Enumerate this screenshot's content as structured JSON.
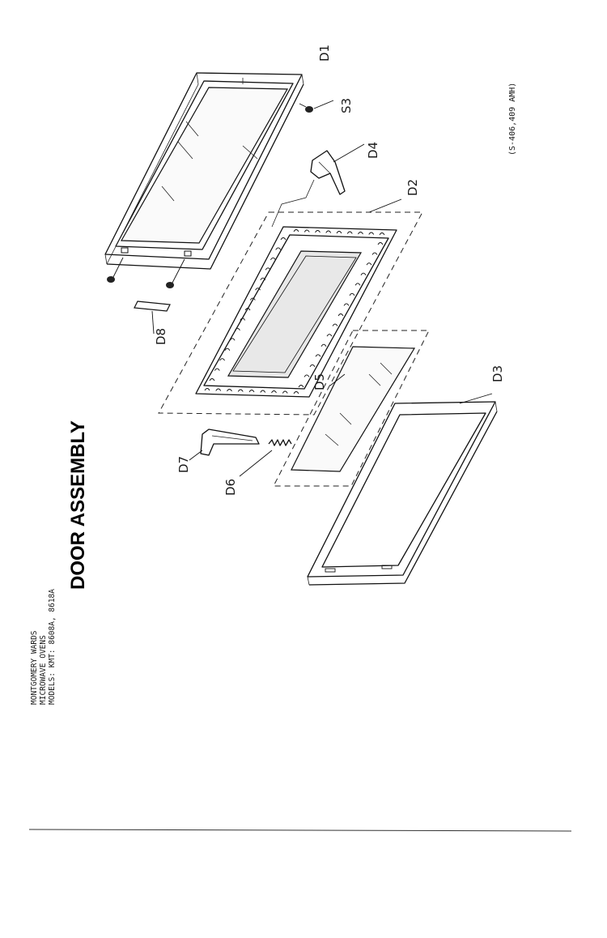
{
  "header": {
    "line1": "MONTGOMERY WARDS",
    "line2": "MICROWAVE OVENS",
    "line3": "MODELS: KMT: 8608A, 8618A"
  },
  "title": "DOOR ASSEMBLY",
  "reference": "(S-406,409 AMH)",
  "parts": {
    "d1": "D1",
    "s3": "S3",
    "d4": "D4",
    "d2": "D2",
    "d5": "D5",
    "d3": "D3",
    "d7": "D7",
    "d6": "D6",
    "d8": "D8"
  }
}
